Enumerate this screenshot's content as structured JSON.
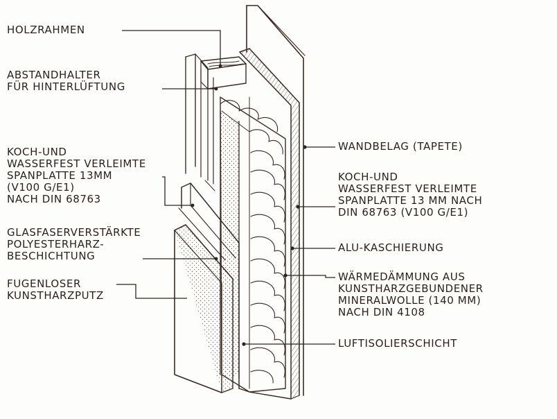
{
  "diagram": {
    "labels": {
      "holzrahmen": "HOLZRAHMEN",
      "abstandhalter": [
        "ABSTANDHALTER",
        "FÜR HINTERLÜFTUNG"
      ],
      "spanplatte_left": [
        "KOCH-UND",
        "WASSERFEST VERLEIMTE",
        "SPANPLATTE 13MM",
        "(V100 G/E1)",
        "NACH DIN 68763"
      ],
      "glasfaser": [
        "GLASFASERVERSTÄRKTE",
        "POLYESTERHARZ-",
        "BESCHICHTUNG"
      ],
      "fugenloser": [
        "FUGENLOSER",
        "KUNSTHARZPUTZ"
      ],
      "wandbelag": "WANDBELAG (TAPETE)",
      "spanplatte_right": [
        "KOCH-UND",
        "WASSERFEST VERLEIMTE",
        "SPANPLATTE 13 MM NACH",
        "DIN 68763 (V100 G/E1)"
      ],
      "alu": "ALU-KASCHIERUNG",
      "waermedaemmung": [
        "WÄRMEDÄMMUNG AUS",
        "KUNSTHARZGEBUNDENER",
        "MINERALWOLLE (140 MM)",
        "NACH DIN 4108"
      ],
      "luftisolier": "LUFTISOLIERSCHICHT"
    },
    "colors": {
      "ink": "#3a2a22",
      "leader": "#2e2420",
      "paper": "#fdfdfc",
      "hatch": "#6a5a50"
    }
  }
}
